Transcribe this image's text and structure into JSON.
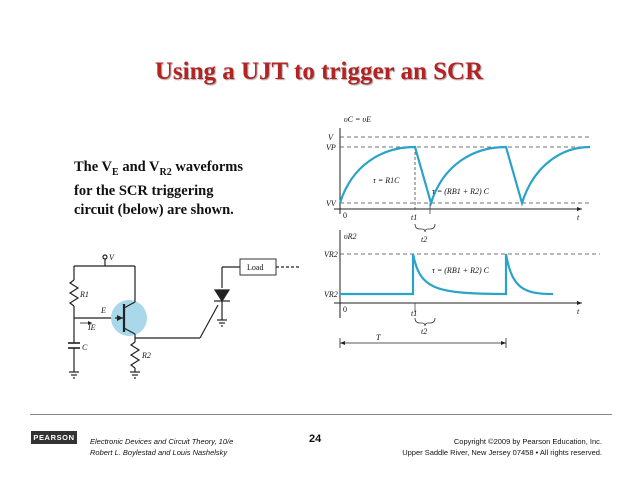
{
  "title": "Using a UJT to trigger an SCR",
  "description": {
    "line1_pre": "The V",
    "line1_sub1": "E",
    "line1_mid": " and V",
    "line1_sub2": "R2",
    "line1_post": " waveforms",
    "line2": "for the SCR triggering",
    "line3": "circuit (below) are shown."
  },
  "waveform_top": {
    "axis_label": "υC = υE",
    "levels": [
      "V",
      "VP",
      "VV"
    ],
    "origin": "0",
    "time_axis": "t",
    "marks": [
      "t1",
      "t2"
    ],
    "tau_charge": "τ = R1C",
    "tau_discharge": "τ = (RB1 + R2) C"
  },
  "waveform_bottom": {
    "axis_label": "υR2",
    "levels": [
      "VR2",
      "VR2"
    ],
    "origin": "0",
    "time_axis": "t",
    "marks": [
      "t1",
      "t2"
    ],
    "tau": "τ = (RB1 + R2) C",
    "period": "T"
  },
  "circuit": {
    "supply": "V",
    "r1": "R1",
    "emitter": "E",
    "ie": "IE",
    "cap": "C",
    "r2": "R2",
    "load": "Load"
  },
  "footer": {
    "logo": "PEARSON",
    "book_line1": "Electronic Devices and Circuit Theory, 10/e",
    "book_line2": "Robert L. Boylestad and Louis Nashelsky",
    "page": "24",
    "copyright_line1": "Copyright ©2009 by Pearson Education, Inc.",
    "copyright_line2": "Upper Saddle River, New Jersey 07458 • All rights reserved."
  },
  "colors": {
    "title": "#b42323",
    "waveform": "#2aa3c8",
    "ujt_highlight": "#a8d8ea"
  }
}
